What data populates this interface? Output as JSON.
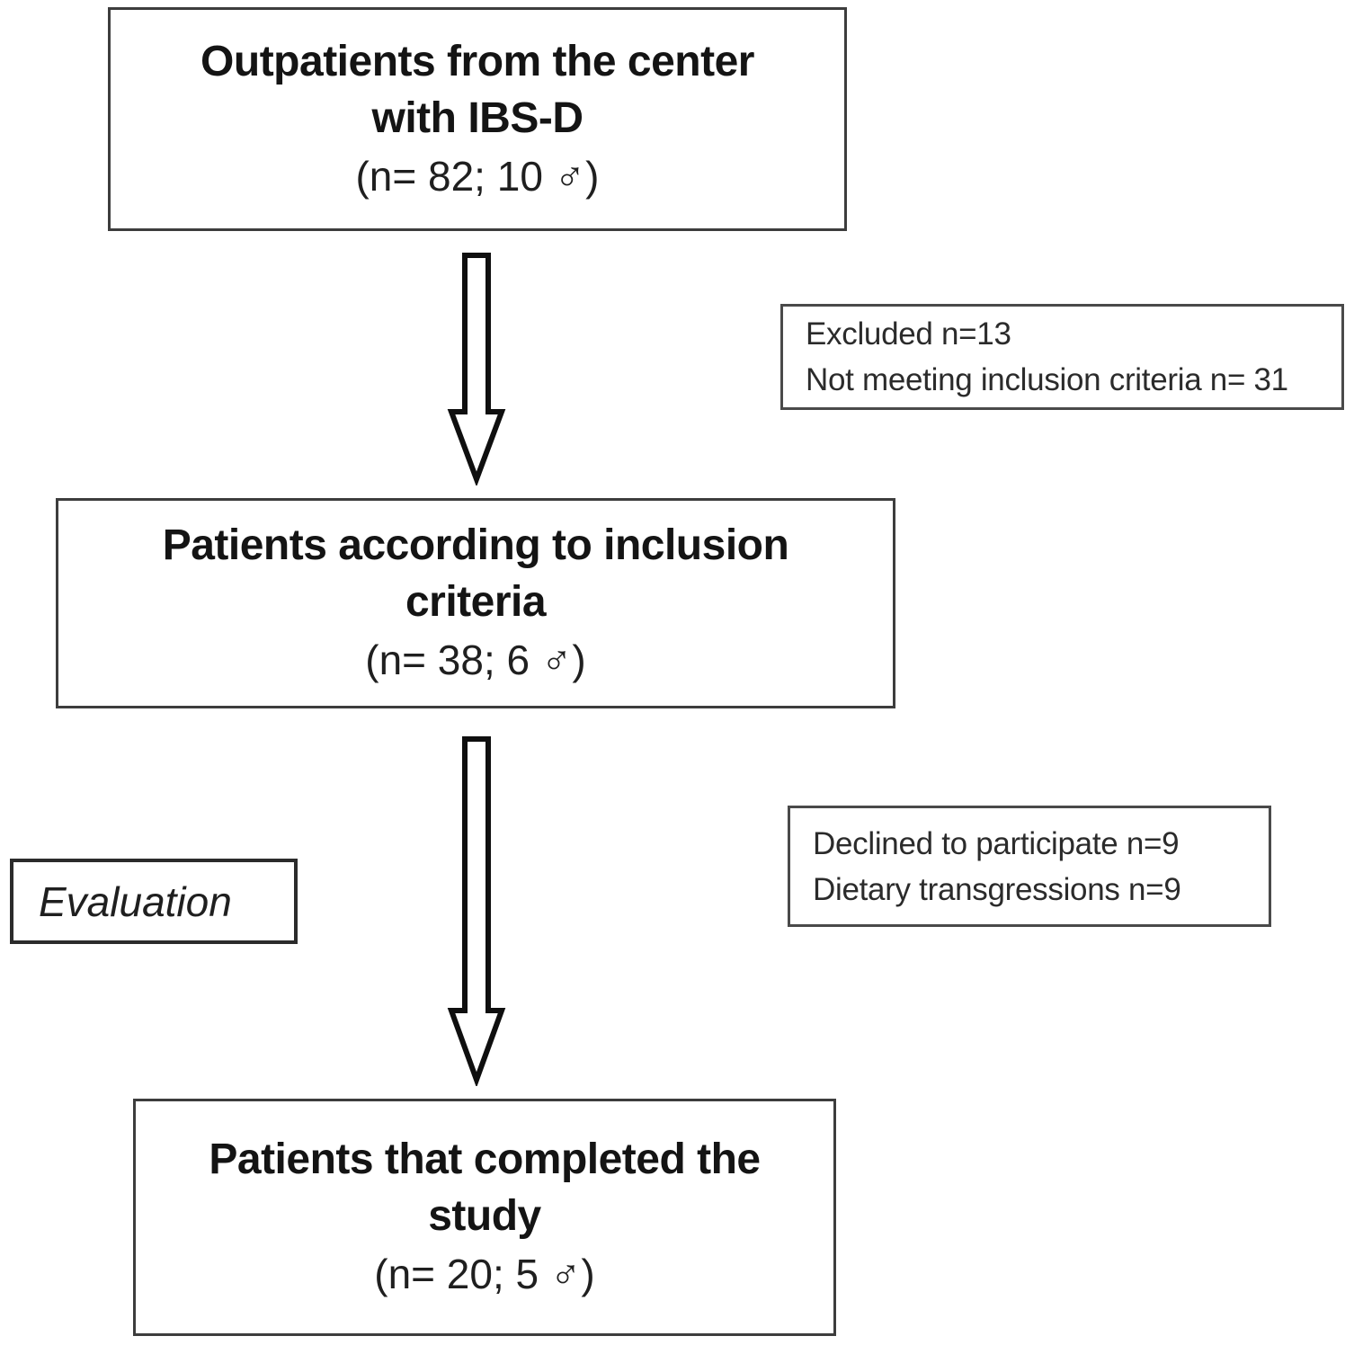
{
  "diagram": {
    "nodes": {
      "outpatients": {
        "line1": "Outpatients from the center",
        "line2": "with IBS-D",
        "count": "(n= 82; 10 ♂)"
      },
      "inclusion": {
        "line1": "Patients according to inclusion",
        "line2": "criteria",
        "count": "(n= 38; 6 ♂)"
      },
      "completed": {
        "line1": "Patients that completed the",
        "line2": "study",
        "count": "(n= 20; 5 ♂)"
      },
      "excluded_note": {
        "line1": "Excluded n=13",
        "line2": "Not meeting inclusion criteria n= 31"
      },
      "declined_note": {
        "line1": "Declined to participate n=9",
        "line2": "Dietary transgressions n=9"
      },
      "evaluation": {
        "label": "Evaluation"
      }
    },
    "colors": {
      "box_border": "#3d3d3d",
      "note_border": "#4a4a4a",
      "arrow_outline": "#0f0f0f",
      "background": "#ffffff",
      "text": "#1b1b1b"
    }
  }
}
